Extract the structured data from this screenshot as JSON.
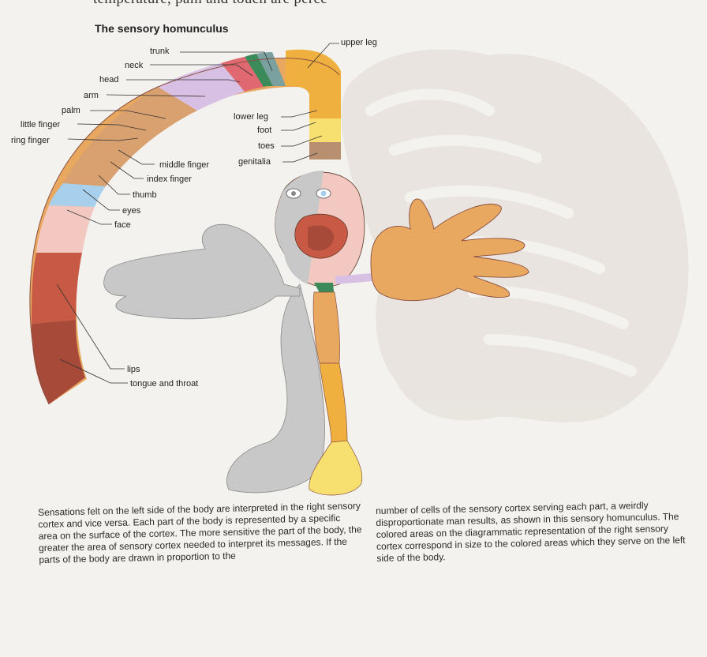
{
  "header": {
    "top_text": "temperature, pain and touch are perce",
    "title": "The sensory homunculus"
  },
  "labels": {
    "trunk": "trunk",
    "neck": "neck",
    "head": "head",
    "arm": "arm",
    "palm": "palm",
    "little_finger": "little finger",
    "ring_finger": "ring finger",
    "middle_finger": "middle finger",
    "index_finger": "index finger",
    "thumb": "thumb",
    "eyes": "eyes",
    "face": "face",
    "lips": "lips",
    "tongue_and_throat": "tongue and throat",
    "upper_leg": "upper leg",
    "lower_leg": "lower leg",
    "foot": "foot",
    "toes": "toes",
    "genitalia": "genitalia"
  },
  "caption": {
    "left": "Sensations felt on the left side of the body are interpreted in the right sensory cortex and vice versa. Each part of the body is represented by a specific area on the surface of the cortex. The more sensitive the part of the body, the greater the area of sensory cortex needed to interpret its messages. If the parts of the body are drawn in proportion to the",
    "right": "number of cells of the sensory cortex serving each part, a weirdly disproportionate man results, as shown in this sensory homunculus. The colored areas on the diagrammatic representation of the right sensory cortex correspond in size to the colored areas which they serve on the left side of the body."
  },
  "colors": {
    "lips": "#c85a45",
    "tongue": "#a84a3a",
    "face": "#f2c8c0",
    "eyes": "#a8d0ec",
    "hand": "#e8a860",
    "hand_stripe": "#d9a070",
    "arm": "#d8c0e4",
    "trunk": "#e06870",
    "neck": "#3a8a5a",
    "head": "#7aa0a0",
    "leg": "#f0b040",
    "toes": "#f8e070",
    "genitalia": "#b89070",
    "grey_body": "#c8c8c8",
    "brain": "#ddd8d2"
  }
}
